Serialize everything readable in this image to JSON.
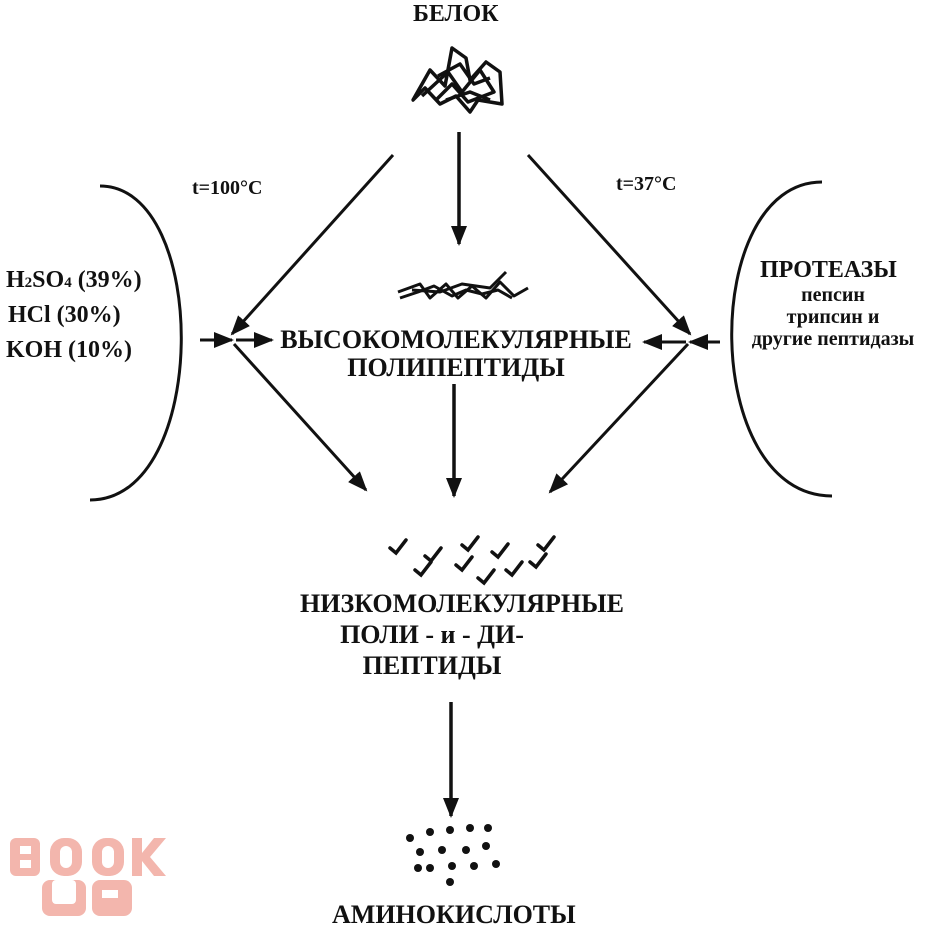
{
  "top_label": "БЕЛОК",
  "temp_left": "t=100°C",
  "temp_right": "t=37°C",
  "reagents": {
    "h2so4": {
      "base": "H",
      "sub1": "2",
      "mid": "SO",
      "sub2": "4",
      "tail": " (39%)"
    },
    "hcl": "HCl (30%)",
    "koh": "KOH (10%)"
  },
  "enzymes": {
    "title": "ПРОТЕАЗЫ",
    "items": [
      "пепсин",
      "трипсин и",
      "другие пептидазы"
    ]
  },
  "high_mw": [
    "ВЫСОКОМОЛЕКУЛЯРНЫЕ",
    "ПОЛИПЕПТИДЫ"
  ],
  "low_mw": [
    "НИЗКОМОЛЕКУЛЯРНЫЕ",
    "ПОЛИ - и - ДИ-",
    "ПЕПТИДЫ"
  ],
  "final_label": "АМИНОКИСЛОТЫ",
  "watermark": "BOOK UP",
  "colors": {
    "ink": "#111111",
    "watermark": "#f3b6ad"
  }
}
